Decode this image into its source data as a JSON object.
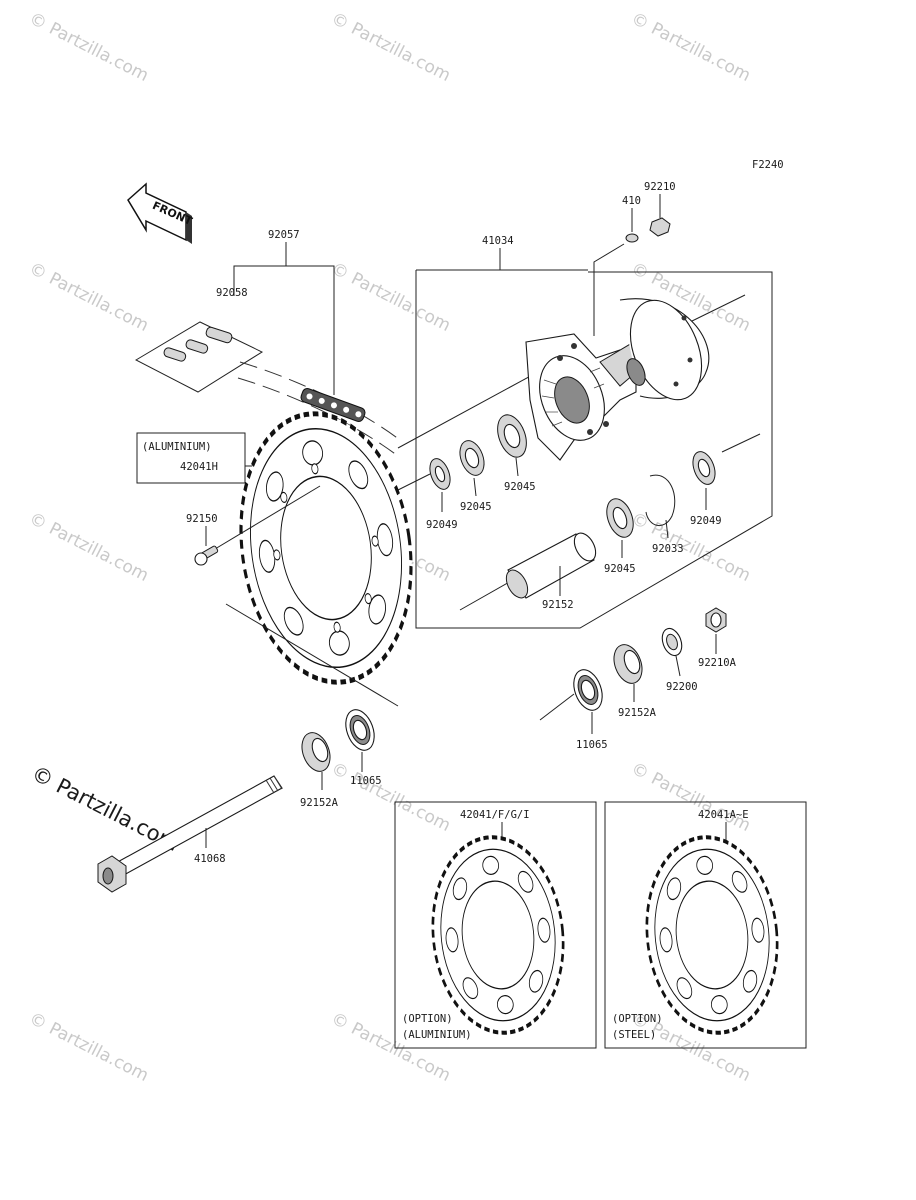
{
  "diagram_code": "F2240",
  "front_arrow": "FRONT",
  "watermark": "© Partzilla.com",
  "labels": {
    "p92057": "92057",
    "p92058": "92058",
    "p41034": "41034",
    "p410": "410",
    "p92210": "92210",
    "aluminium_note": "(ALUMINIUM)",
    "p42041h": "42041H",
    "p92150": "92150",
    "p92049a": "92049",
    "p92045a": "92045",
    "p92045b": "92045",
    "p92045c": "92045",
    "p92033": "92033",
    "p92049b": "92049",
    "p92152": "92152",
    "p92210a": "92210A",
    "p92200": "92200",
    "p92152a_r": "92152A",
    "p11065_r": "11065",
    "p11065_l": "11065",
    "p92152a_l": "92152A",
    "p41068": "41068",
    "opt1_part": "42041/F/G/I",
    "opt1_line1": "(OPTION)",
    "opt1_line2": "(ALUMINIUM)",
    "opt2_part": "42041A~E",
    "opt2_line1": "(OPTION)",
    "opt2_line2": "(STEEL)"
  }
}
